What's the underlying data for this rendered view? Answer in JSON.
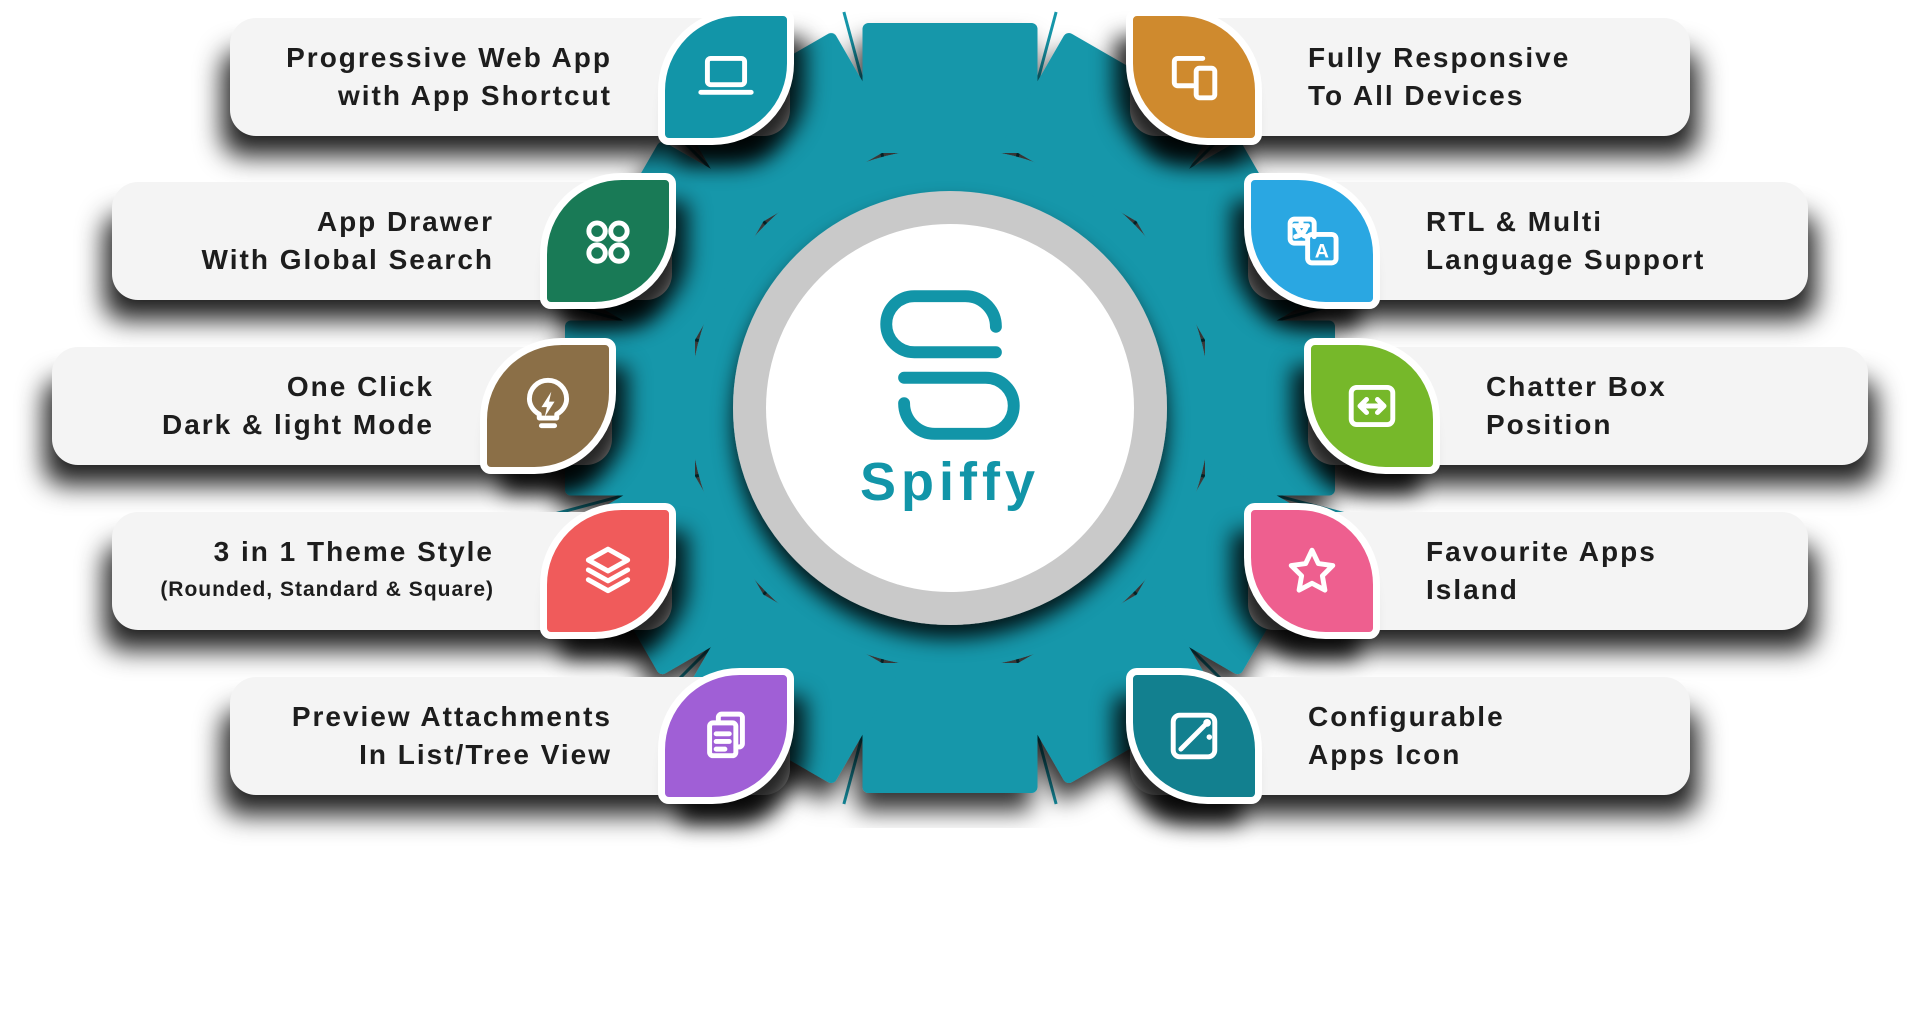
{
  "page": {
    "background": "#ffffff",
    "card_background": "#f4f4f4",
    "text_color": "#1d1d1d",
    "shadow_color": "#000000"
  },
  "center": {
    "brand": "Spiffy",
    "brand_color": "#1295a8",
    "gear_color": "#1697aa",
    "ring_color": "#c9c9c9",
    "face_color": "#ffffff",
    "logo_icon": "spiffy-s-logo"
  },
  "features": {
    "left": [
      {
        "line1": "Progressive Web App",
        "line2": "with App Shortcut",
        "icon": "laptop-icon",
        "color": "#1295a8"
      },
      {
        "line1": "App Drawer",
        "line2": "With Global Search",
        "icon": "app-drawer-icon",
        "color": "#197a56"
      },
      {
        "line1": "One Click",
        "line2": "Dark & light Mode",
        "icon": "dark-light-mode-icon",
        "color": "#8b6f47"
      },
      {
        "line1": "3 in 1 Theme Style",
        "line2": "(Rounded, Standard & Square)",
        "icon": "theme-layers-icon",
        "color": "#f05b5b"
      },
      {
        "line1": "Preview Attachments",
        "line2": "In List/Tree View",
        "icon": "attachments-icon",
        "color": "#a05fd6"
      }
    ],
    "right": [
      {
        "line1": "Fully Responsive",
        "line2": "To All Devices",
        "icon": "responsive-devices-icon",
        "color": "#cf8a2e"
      },
      {
        "line1": "RTL & Multi",
        "line2": "Language Support",
        "icon": "translate-icon",
        "color": "#2aa7e2"
      },
      {
        "line1": "Chatter Box",
        "line2": "Position",
        "icon": "chatter-position-icon",
        "color": "#76b82a"
      },
      {
        "line1": "Favourite Apps",
        "line2": "Island",
        "icon": "favourite-star-icon",
        "color": "#ee5f8f"
      },
      {
        "line1": "Configurable",
        "line2": "Apps Icon",
        "icon": "configurable-apps-icon",
        "color": "#12808f"
      }
    ]
  }
}
